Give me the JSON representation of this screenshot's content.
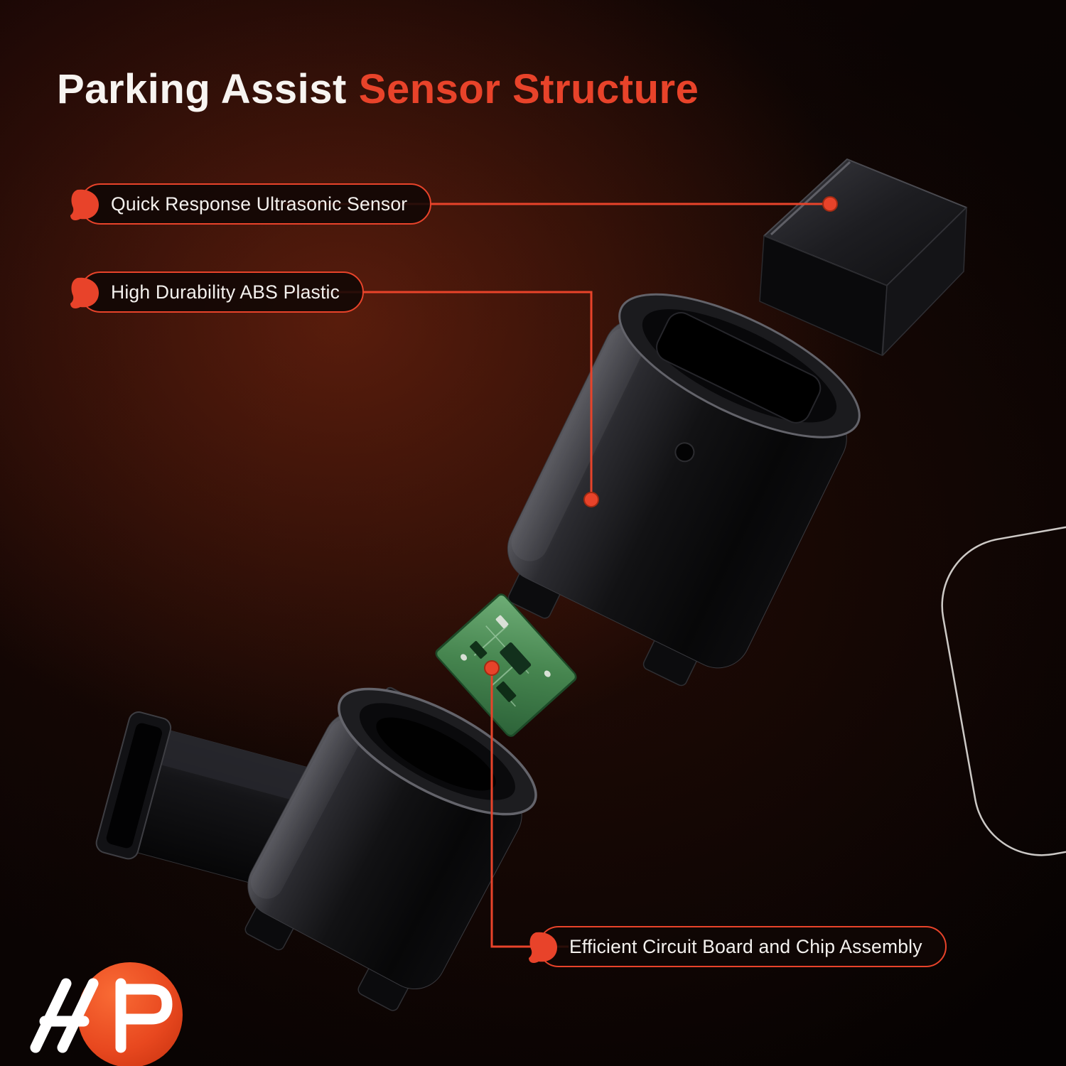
{
  "title": {
    "prefix": "Parking Assist",
    "highlight": "Sensor Structure"
  },
  "callouts": [
    {
      "label": "Quick Response Ultrasonic Sensor"
    },
    {
      "label": "High Durability ABS Plastic"
    },
    {
      "label": "Efficient Circuit Board and Chip Assembly"
    }
  ],
  "figure": {
    "type": "exploded-diagram",
    "parts": [
      "ultrasonic-sensor-cap",
      "abs-plastic-housing-cylinder",
      "circuit-board-with-chips",
      "sensor-body-with-connector"
    ]
  },
  "icons": {
    "callout_marker": "red-teardrop-marker",
    "logo": "a-premium-brand-logo"
  },
  "colors": {
    "accent_red": "#e8432a",
    "text_white": "#f7f4f1",
    "pcb_green": "#46854f",
    "logo_orange": "#e8481f",
    "background": "#0a0403"
  }
}
